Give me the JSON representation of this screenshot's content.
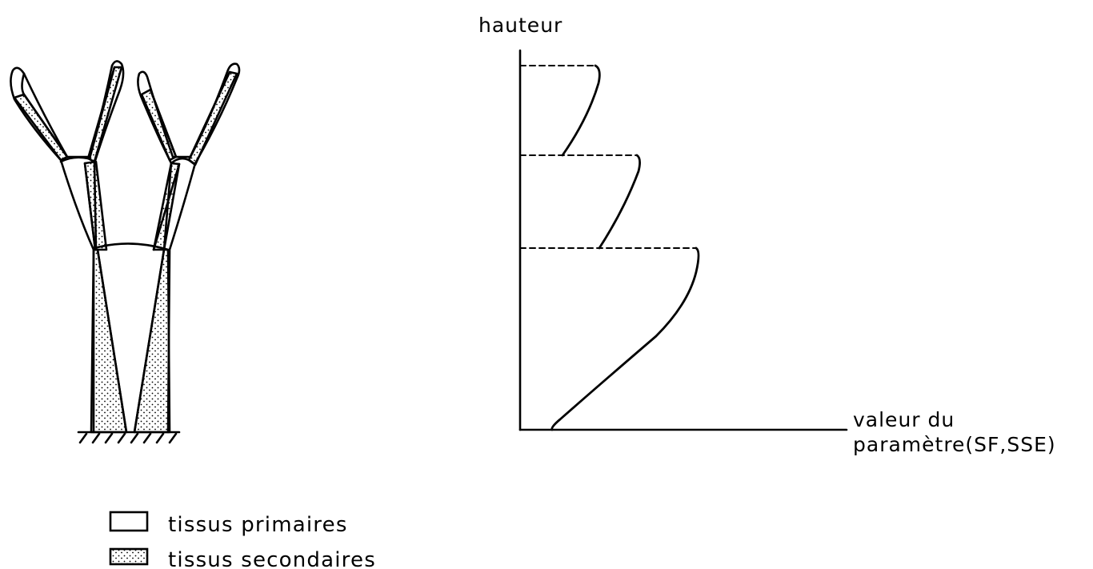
{
  "graph": {
    "y_axis_label": "hauteur",
    "x_axis_label_line1": "valeur du",
    "x_axis_label_line2": "paramètre(SF,SSE)"
  },
  "legend": {
    "items": [
      {
        "label": "tissus primaires",
        "fill": "none"
      },
      {
        "label": "tissus secondaires",
        "fill": "stippled"
      }
    ]
  },
  "colors": {
    "ink": "#000000",
    "background": "#ffffff"
  }
}
